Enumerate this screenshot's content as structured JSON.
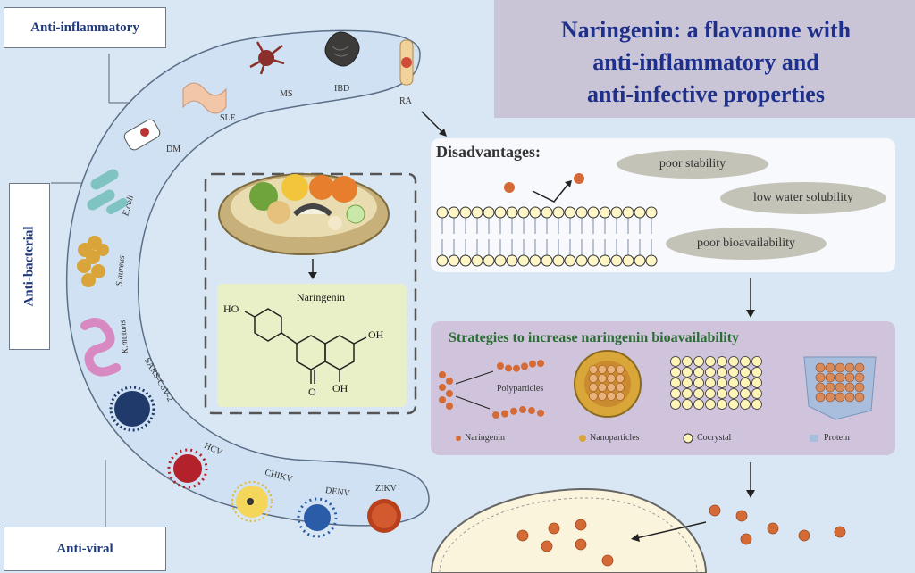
{
  "title": "Naringenin: a flavanone with\nanti-inflammatory and\nanti-infective properties",
  "categories": {
    "inflammatory": "Anti-inflammatory",
    "bacterial": "Anti-bacterial",
    "viral": "Anti-viral"
  },
  "diseases": {
    "dm": "DM",
    "sle": "SLE",
    "ms": "MS",
    "ibd": "IBD",
    "ra": "RA"
  },
  "bacteria": {
    "ecoli": "E.coli",
    "saureus": "S.aureus",
    "kauamis": "K.mutans"
  },
  "viruses": {
    "sars": "SARS-CoV-2",
    "hcv": "HCV",
    "chikv": "CHIKV",
    "denv": "DENV",
    "zikv": "ZIKV"
  },
  "center_label": "Naringenin",
  "chem": {
    "ho": "HO",
    "oh1": "OH",
    "oh2": "OH",
    "o": "O"
  },
  "disadvantages": {
    "heading": "Disadvantages:",
    "items": [
      "poor stability",
      "low water solubility",
      "poor bioavailability"
    ]
  },
  "strategies": {
    "heading": "Strategies to increase naringenin bioavailability",
    "polyparticles": "Polyparticles",
    "legend": [
      "Naringenin",
      "Nanoparticles",
      "Cocrystal",
      "Protein"
    ]
  },
  "colors": {
    "title_text": "#1e2f8c",
    "arc_fill": "#cfe1f2",
    "strategy_heading": "#2a6e33",
    "naringenin_dot": "#c86a3b"
  }
}
